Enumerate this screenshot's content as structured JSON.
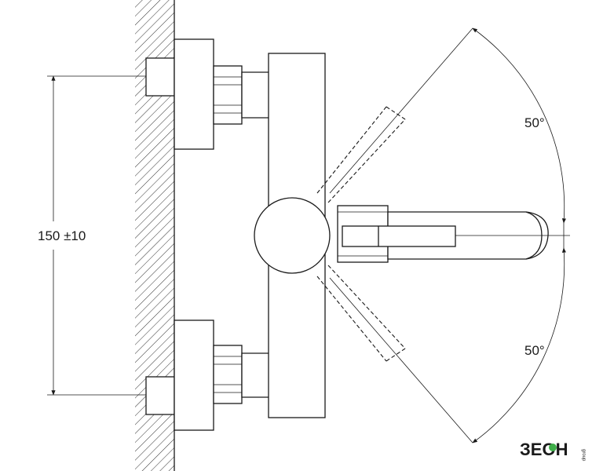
{
  "dimensions": {
    "height_label": "150 ±10",
    "angle_upper_label": "50°",
    "angle_lower_label": "50°"
  },
  "logo": {
    "text": "ЗЕОН",
    "tagline": "group",
    "accent_color": "#3fae49"
  }
}
